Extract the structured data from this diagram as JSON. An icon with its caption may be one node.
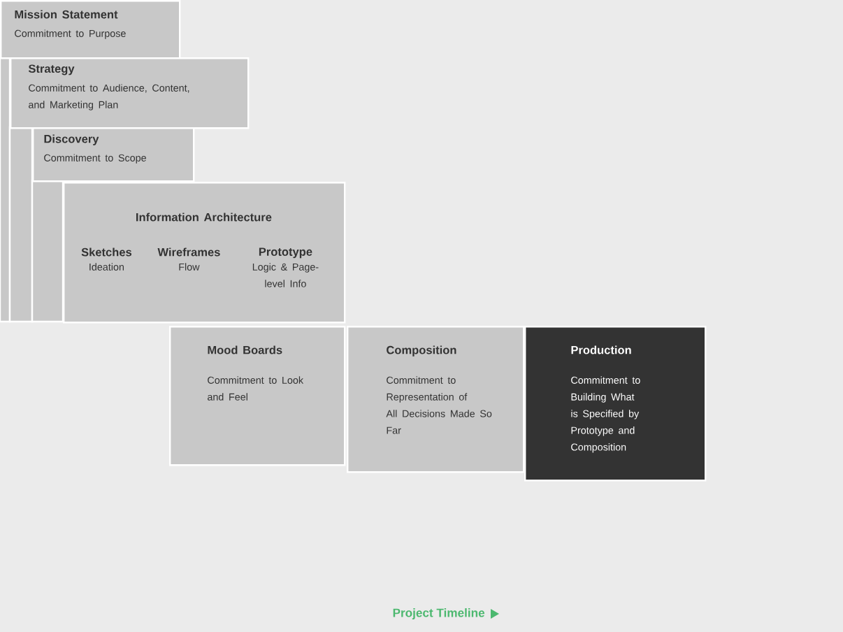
{
  "diagram": {
    "nodes": [
      {
        "text": [
          "Mission Statement",
          "Commitment to Purpose"
        ]
      },
      {
        "text": [
          "Strategy",
          "Commitment to Audience, Content, and Marketing Plan"
        ]
      },
      {
        "text": [
          "Discovery",
          "Commitment to Scope"
        ]
      },
      {
        "text": [
          "Information Architecture",
          "Sketches",
          "Ideation",
          "Wireframes",
          "Flow",
          "Prototype",
          "Logic & Page-level Info"
        ]
      },
      {
        "text": [
          "Mood Boards",
          "Commitment to Look and Feel"
        ]
      },
      {
        "text": [
          "Composition",
          "Commitment to Representation of All Decisions Made So Far"
        ]
      },
      {
        "text": [
          "Production",
          "Commitment to Building What is Specified by Prototype and Composition"
        ]
      }
    ],
    "labels": [
      "Project Timeline"
    ]
  }
}
